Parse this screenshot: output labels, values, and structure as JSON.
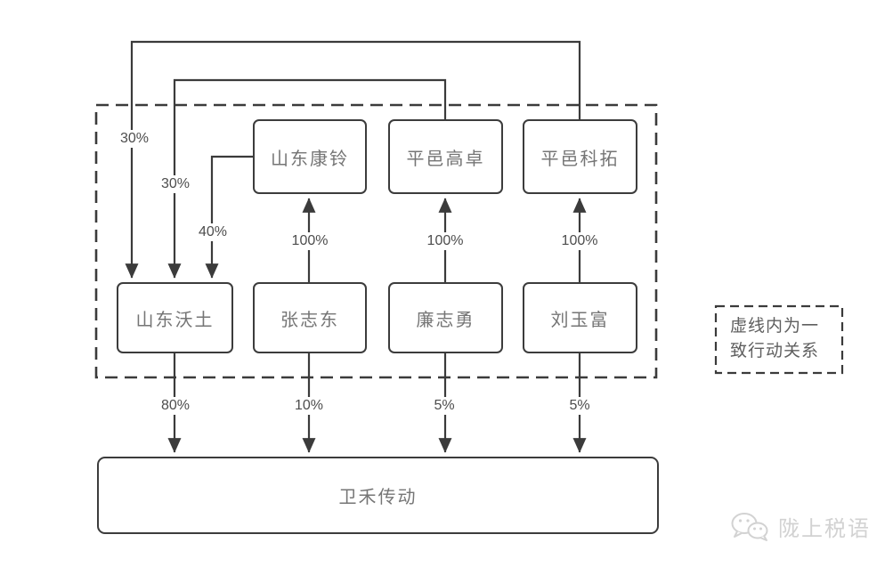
{
  "diagram": {
    "title": "equity-structure-diagram",
    "nodes": {
      "top": [
        {
          "id": "shandong-kangling",
          "label": "山东康铃"
        },
        {
          "id": "pingyi-gaozhuo",
          "label": "平邑高卓"
        },
        {
          "id": "pingyi-ketuo",
          "label": "平邑科拓"
        }
      ],
      "middle": [
        {
          "id": "shandong-wotu",
          "label": "山东沃土"
        },
        {
          "id": "zhang-zhidong",
          "label": "张志东"
        },
        {
          "id": "lian-zhiyong",
          "label": "廉志勇"
        },
        {
          "id": "liu-yufu",
          "label": "刘玉富"
        }
      ],
      "bottom": {
        "id": "weihe-chuandong",
        "label": "卫禾传动"
      }
    },
    "edges": [
      {
        "from": "平邑科拓",
        "to": "山东沃土",
        "label": "30%"
      },
      {
        "from": "平邑高卓",
        "to": "山东沃土",
        "label": "30%"
      },
      {
        "from": "山东康铃",
        "to": "山东沃土",
        "label": "40%"
      },
      {
        "from": "张志东",
        "to": "山东康铃",
        "label": "100%"
      },
      {
        "from": "廉志勇",
        "to": "平邑高卓",
        "label": "100%"
      },
      {
        "from": "刘玉富",
        "to": "平邑科拓",
        "label": "100%"
      },
      {
        "from": "山东沃土",
        "to": "卫禾传动",
        "label": "80%"
      },
      {
        "from": "张志东",
        "to": "卫禾传动",
        "label": "10%"
      },
      {
        "from": "廉志勇",
        "to": "卫禾传动",
        "label": "5%"
      },
      {
        "from": "刘玉富",
        "to": "卫禾传动",
        "label": "5%"
      }
    ],
    "note": {
      "text": "虚线内为一致行动关系"
    },
    "watermark": {
      "icon": "wechat-icon",
      "text": "陇上税语"
    },
    "colors": {
      "line": "#3b3b3b",
      "node_border": "#3c3c3c",
      "node_text": "#757575",
      "label_text": "#4d4d4d",
      "watermark": "#d2d2d2",
      "background": "#ffffff"
    }
  }
}
